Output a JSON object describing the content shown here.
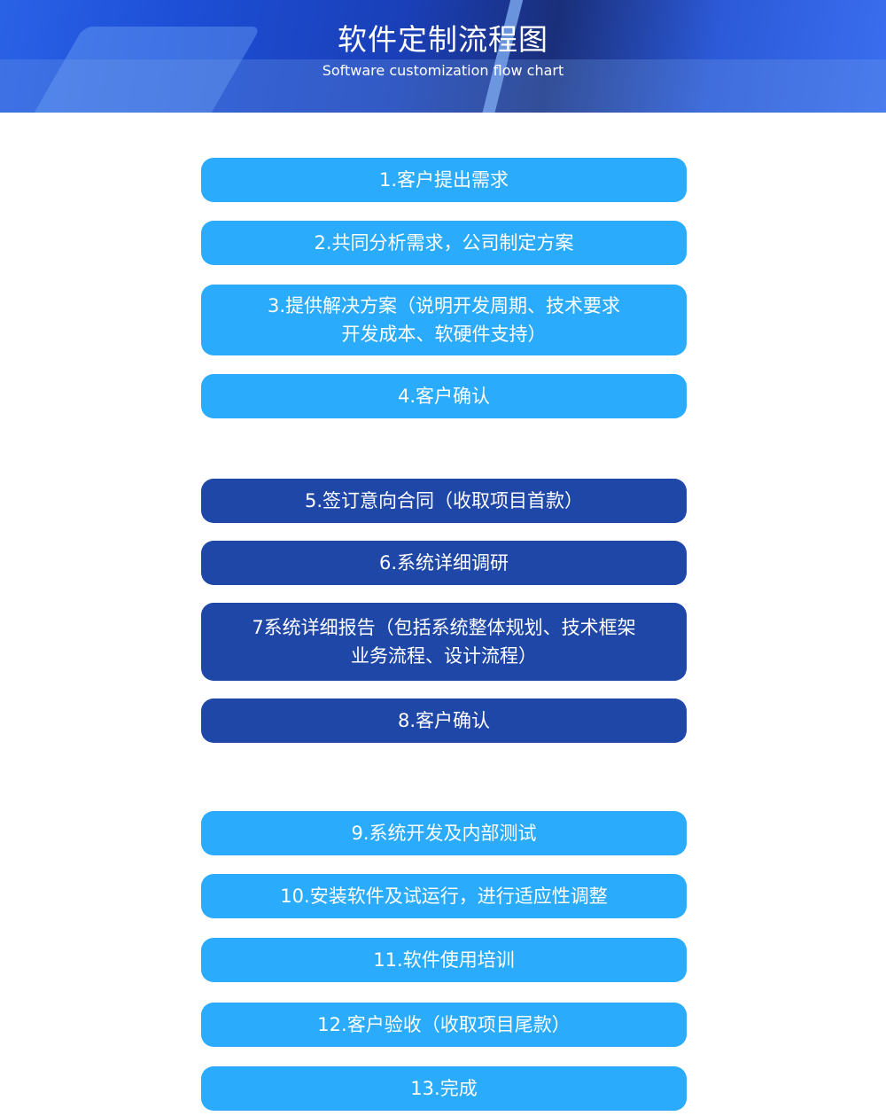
{
  "header": {
    "title": "软件定制流程图",
    "subtitle": "Software customization flow chart"
  },
  "colors": {
    "light": "#2aabfb",
    "dark": "#1f47a8"
  },
  "steps": [
    {
      "label": "1.客户提出需求"
    },
    {
      "label": "2.共同分析需求，公司制定方案"
    },
    {
      "label": "3.提供解决方案（说明开发周期、技术要求\n开发成本、软硬件支持）"
    },
    {
      "label": "4.客户确认"
    },
    {
      "label": "5.签订意向合同（收取项目首款）"
    },
    {
      "label": "6.系统详细调研"
    },
    {
      "label": "7系统详细报告（包括系统整体规划、技术框架\n业务流程、设计流程）"
    },
    {
      "label": "8.客户确认"
    },
    {
      "label": "9.系统开发及内部测试"
    },
    {
      "label": "10.安装软件及试运行，进行适应性调整"
    },
    {
      "label": "11.软件使用培训"
    },
    {
      "label": "12.客户验收（收取项目尾款）"
    },
    {
      "label": "13.完成"
    }
  ]
}
